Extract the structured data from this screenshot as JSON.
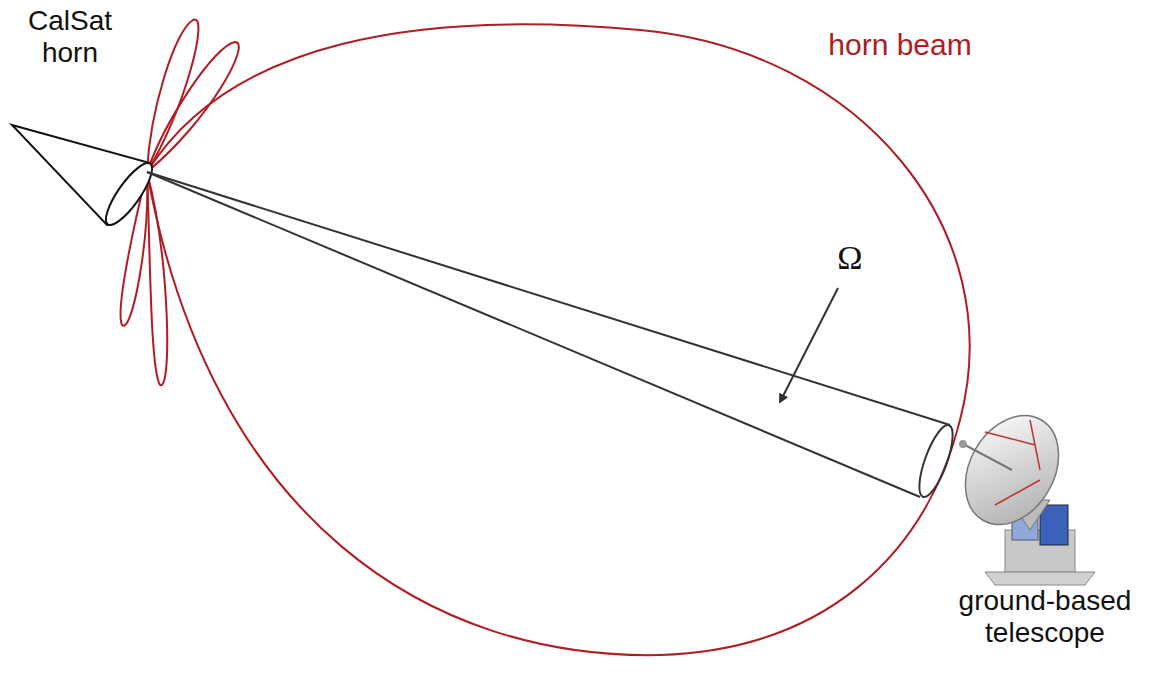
{
  "diagram": {
    "labels": [
      "CalSat horn",
      "horn beam",
      "Ω",
      "ground-based telescope"
    ]
  }
}
